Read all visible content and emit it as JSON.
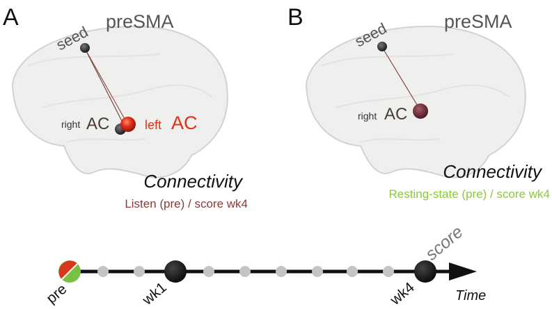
{
  "panels": [
    {
      "letter": "A",
      "region": "preSMA",
      "seed_label": "seed",
      "right_small": "right",
      "right_big": "AC",
      "left_small": "left",
      "left_big": "AC",
      "title": "Connectivity",
      "subtitle": "Listen (pre) / score wk4",
      "subtitle_color": "#8b3a3a"
    },
    {
      "letter": "B",
      "region": "preSMA",
      "seed_label": "seed",
      "right_small": "right",
      "right_big": "AC",
      "title": "Connectivity",
      "subtitle": "Resting-state (pre) / score wk4",
      "subtitle_color": "#8dc63f"
    }
  ],
  "timeline": {
    "start_label": "pre",
    "mid_label": "wk1",
    "end_label": "wk4",
    "score_label": "score",
    "axis_label": "Time",
    "pre_marker_colors": [
      "#d9361e",
      "#7ac143"
    ],
    "week_color": "#1a1a1a",
    "session_color": "#c4c4c4"
  },
  "colors": {
    "brain": "#efefed",
    "seed": "#222222",
    "left_ac": "#e8321c",
    "right_ac_b": "#6b2a35"
  }
}
